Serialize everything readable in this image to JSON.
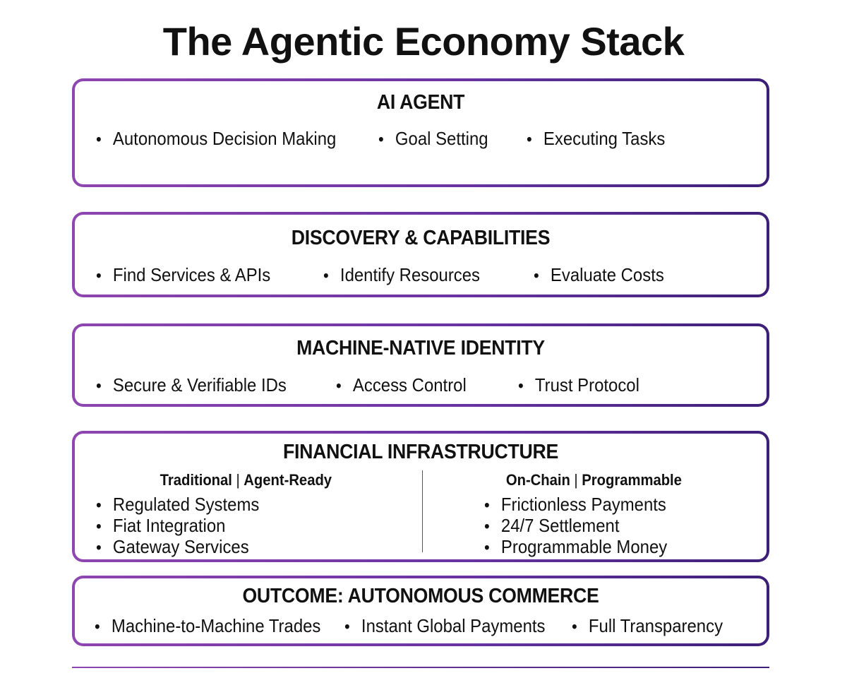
{
  "title": "The Agentic Economy Stack",
  "colors": {
    "border_start": "#8e46b0",
    "border_end": "#3d1f78",
    "text": "#111111"
  },
  "layers": [
    {
      "title": "AI AGENT",
      "items": [
        "Autonomous Decision Making",
        "Goal Setting",
        "Executing Tasks"
      ]
    },
    {
      "title": "DISCOVERY & CAPABILITIES",
      "items": [
        "Find Services & APIs",
        "Identify Resources",
        "Evaluate Costs"
      ]
    },
    {
      "title": "MACHINE-NATIVE IDENTITY",
      "items": [
        "Secure & Verifiable IDs",
        "Access Control",
        "Trust Protocol"
      ]
    },
    {
      "title": "FINANCIAL INFRASTRUCTURE",
      "columns": [
        {
          "heading_a": "Traditional",
          "separator": "|",
          "heading_b": "Agent-Ready",
          "items": [
            "Regulated Systems",
            "Fiat Integration",
            "Gateway Services"
          ]
        },
        {
          "heading_a": "On-Chain",
          "separator": "|",
          "heading_b": "Programmable",
          "items": [
            "Frictionless Payments",
            "24/7 Settlement",
            "Programmable Money"
          ]
        }
      ]
    },
    {
      "title": "OUTCOME: AUTONOMOUS COMMERCE",
      "items": [
        "Machine-to-Machine Trades",
        "Instant Global Payments",
        "Full Transparency"
      ]
    }
  ]
}
